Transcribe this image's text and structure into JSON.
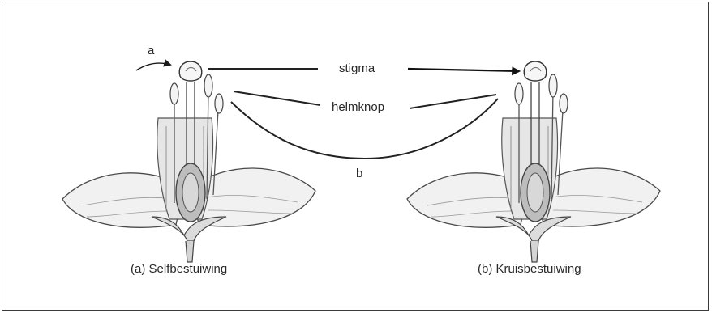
{
  "labels": {
    "a": "a",
    "stigma": "stigma",
    "anther": "helmknop",
    "b": "b"
  },
  "captions": {
    "self": "(a) Selfbestuiwing",
    "cross": "(b) Kruisbestuiwing"
  }
}
